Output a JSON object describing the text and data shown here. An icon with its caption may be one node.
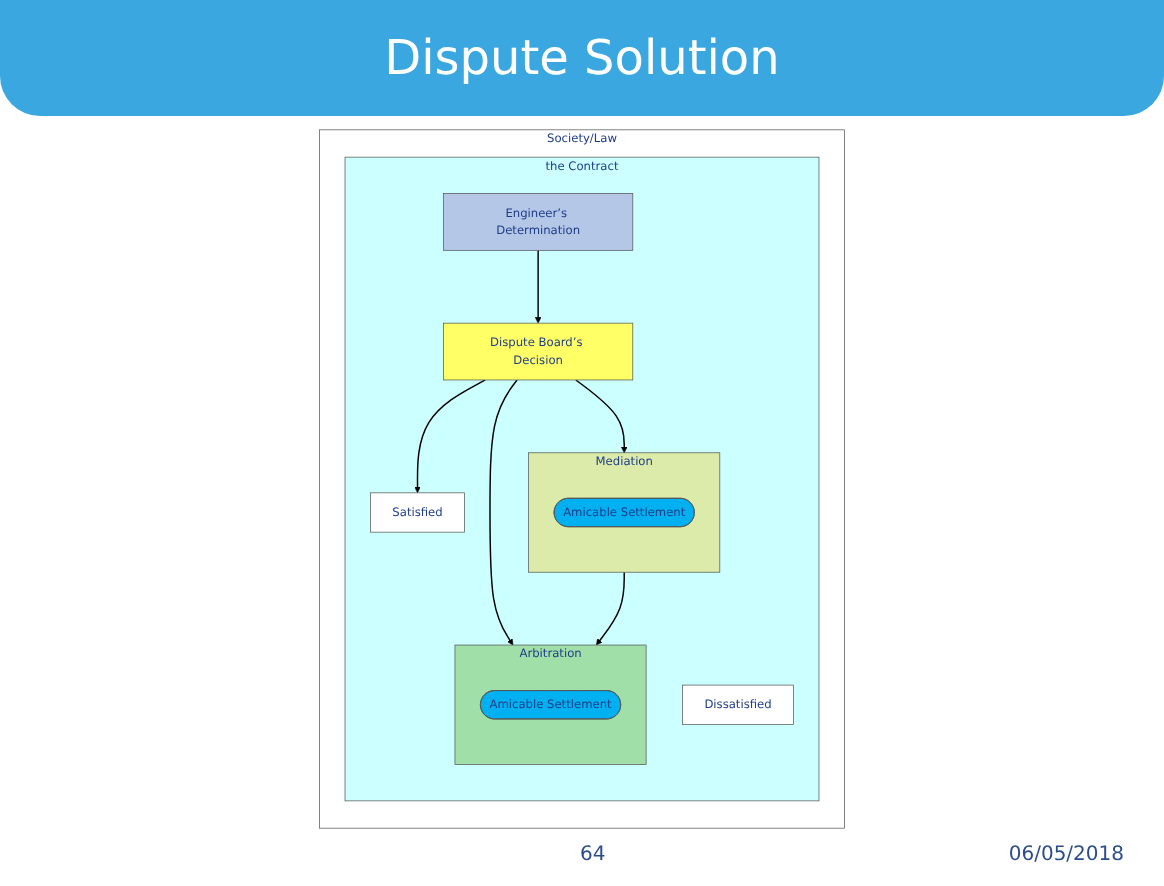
{
  "diagram": {
    "title": "Dispute Solution",
    "nodes": [
      {
        "text": [
          "Society/Law"
        ]
      },
      {
        "text": [
          "the Contract"
        ],
        "in": 0
      },
      {
        "text": [
          "Engineer’s Determination"
        ],
        "in": 1
      },
      {
        "text": [
          "Dispute Board’s Decision"
        ],
        "in": 1
      },
      {
        "text": [
          "Mediation"
        ],
        "in": 1
      },
      {
        "text": [
          "Amicable Settlement"
        ],
        "in": 4
      },
      {
        "text": [
          "Dissatisfied"
        ],
        "in": 1
      },
      {
        "text": [
          "Arbitration"
        ],
        "in": 1
      },
      {
        "text": [
          "Amicable Settlement"
        ],
        "in": 7
      },
      {
        "text": [
          "Satisfied"
        ],
        "in": 1
      }
    ],
    "edges": [
      {
        "from": 2,
        "to": 3,
        "arrow": "to"
      },
      {
        "from": 3,
        "to": 4,
        "arrow": "to"
      },
      {
        "from": 3,
        "to": 7,
        "arrow": "to"
      },
      {
        "from": 4,
        "to": 7,
        "arrow": "to"
      },
      {
        "from": 3,
        "to": 9,
        "arrow": "to"
      }
    ],
    "labels": [
      "64",
      "06/05/2018"
    ]
  }
}
